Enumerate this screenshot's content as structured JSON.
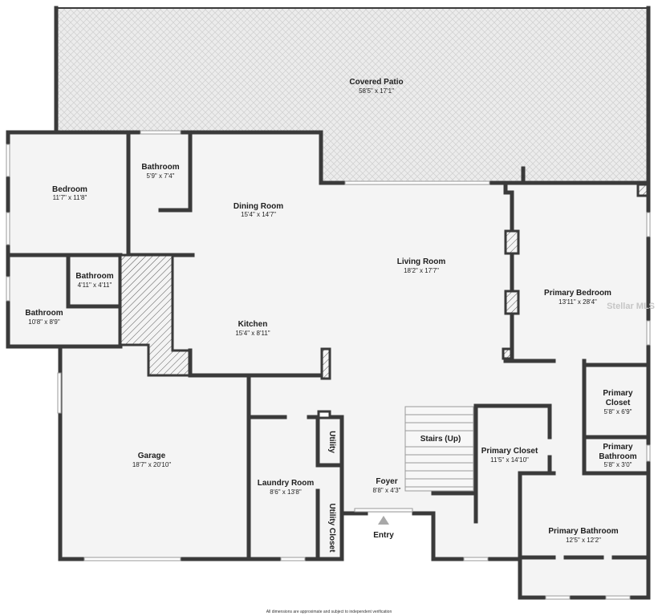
{
  "rooms": {
    "covered_patio": {
      "name": "Covered Patio",
      "dim": "58'5\" x 17'1\""
    },
    "bedroom": {
      "name": "Bedroom",
      "dim": "11'7\" x 11'8\""
    },
    "bathroom_top": {
      "name": "Bathroom",
      "dim": "5'9\" x 7'4\""
    },
    "dining_room": {
      "name": "Dining Room",
      "dim": "15'4\" x 14'7\""
    },
    "living_room": {
      "name": "Living Room",
      "dim": "18'2\" x 17'7\""
    },
    "primary_bedroom": {
      "name": "Primary Bedroom",
      "dim": "13'11\" x 28'4\""
    },
    "bathroom_small": {
      "name": "Bathroom",
      "dim": "4'11\" x 4'11\""
    },
    "bathroom_left": {
      "name": "Bathroom",
      "dim": "10'8\" x 8'9\""
    },
    "kitchen": {
      "name": "Kitchen",
      "dim": "15'4\" x 8'11\""
    },
    "primary_closet_small": {
      "name_line1": "Primary",
      "name_line2": "Closet",
      "dim": "5'8\" x 6'9\""
    },
    "primary_closet_large": {
      "name": "Primary Closet",
      "dim": "11'5\" x 14'10\""
    },
    "primary_bathroom_small": {
      "name_line1": "Primary",
      "name_line2": "Bathroom",
      "dim": "5'8\" x 3'0\""
    },
    "garage": {
      "name": "Garage",
      "dim": "18'7\" x 20'10\""
    },
    "laundry_room": {
      "name": "Laundry Room",
      "dim": "8'6\" x 13'8\""
    },
    "utility": {
      "name": "Utility"
    },
    "utility_closet": {
      "name": "Utility Closet"
    },
    "stairs": {
      "name": "Stairs (Up)"
    },
    "foyer": {
      "name": "Foyer",
      "dim": "8'8\" x 4'3\""
    },
    "primary_bathroom": {
      "name": "Primary Bathroom",
      "dim": "12'5\" x 12'2\""
    }
  },
  "entry_label": "Entry",
  "footer_text": "All dimensions are approximate and subject to independent verification",
  "watermark": "Stellar MLS",
  "colors": {
    "wall": "#3a3a3a",
    "floor": "#f4f4f4",
    "patio": "#ebebeb"
  }
}
